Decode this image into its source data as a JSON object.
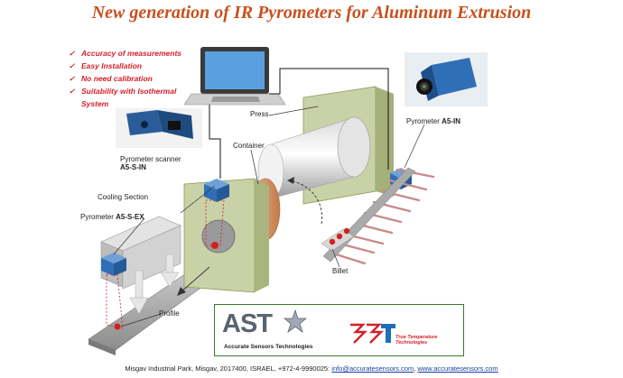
{
  "title": "New generation of IR Pyrometers for Aluminum Extrusion",
  "features": [
    {
      "check": "✓",
      "text": "Accuracy of measurements"
    },
    {
      "check": "✓",
      "text": "Easy Installation"
    },
    {
      "check": "✓",
      "text": "No need calibration"
    },
    {
      "check": "✓",
      "text": "Suitability with Isothermal",
      "text2": "System"
    }
  ],
  "labels": {
    "press": "Press",
    "container": "Container",
    "scanner_line1": "Pyrometer scanner",
    "scanner_line2": "A5-S-IN",
    "cooling": "Cooling Section",
    "pyrometer_ex_prefix": "Pyrometer",
    "pyrometer_ex_model": "A5-S-EX",
    "pyrometer_in_prefix": "Pyrometer",
    "pyrometer_in_model": "A5-IN",
    "billet": "Billet",
    "profile": "Profile"
  },
  "logos": {
    "ast": "AST",
    "ast_sub": "Accurate Sensors Technologies",
    "tt_line1": "True Temperature",
    "tt_line2": "Technologies"
  },
  "footer": {
    "address": "Misgav Industrial Park, Misgav, 2017400,  ISRAEL, +972-4-9990025: ",
    "email": "info@accuratesensors.com",
    "sep": ", ",
    "site": "www.accuratesensors.com"
  },
  "colors": {
    "title": "#c8501e",
    "bullet": "#d4202a",
    "press_green": "#c9d1a6",
    "sensor_blue": "#2f6fb6"
  },
  "icons": [
    "laptop-icon",
    "camera-icon",
    "scanner-device-icon",
    "star-icon"
  ]
}
